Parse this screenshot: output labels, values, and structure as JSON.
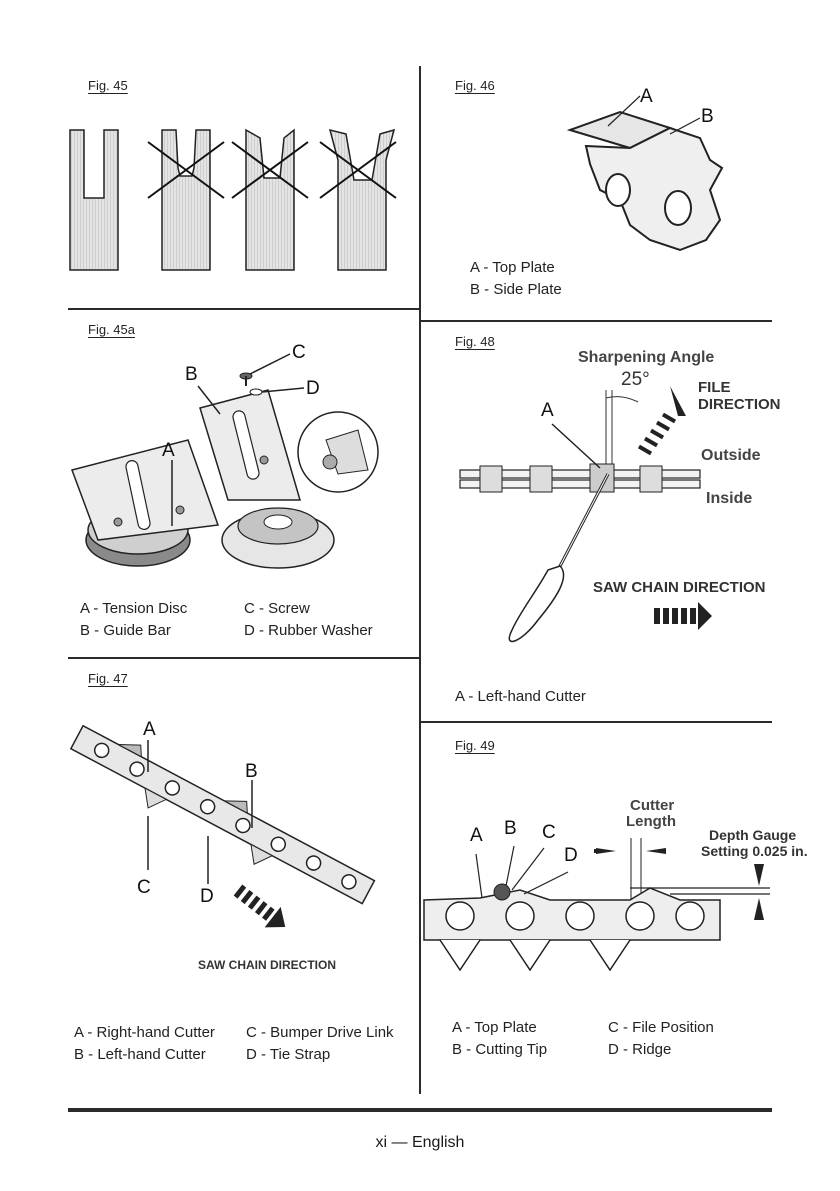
{
  "fig45": {
    "label": "Fig. 45"
  },
  "fig46": {
    "label": "Fig. 46",
    "callouts": [
      "A",
      "B"
    ],
    "legend": [
      "A - Top Plate",
      "B - Side Plate"
    ]
  },
  "fig45a": {
    "label": "Fig. 45a",
    "callouts": [
      "A",
      "B",
      "C",
      "D"
    ],
    "legend": [
      "A - Tension Disc",
      "C - Screw",
      "B - Guide Bar",
      "D - Rubber Washer"
    ]
  },
  "fig48": {
    "label": "Fig. 48",
    "sharpening_angle": "Sharpening Angle",
    "angle": "25°",
    "file_direction_1": "FILE",
    "file_direction_2": "DIRECTION",
    "outside": "Outside",
    "inside": "Inside",
    "saw_chain_direction": "SAW CHAIN DIRECTION",
    "callout_a": "A",
    "legend": [
      "A - Left-hand Cutter"
    ]
  },
  "fig47": {
    "label": "Fig. 47",
    "callouts": [
      "A",
      "B",
      "C",
      "D"
    ],
    "saw_chain_direction": "SAW CHAIN DIRECTION",
    "legend": [
      "A - Right-hand Cutter",
      "C - Bumper Drive Link",
      "B - Left-hand Cutter",
      "D - Tie Strap"
    ]
  },
  "fig49": {
    "label": "Fig. 49",
    "callouts": [
      "A",
      "B",
      "C",
      "D"
    ],
    "cutter_length_1": "Cutter",
    "cutter_length_2": "Length",
    "depth_gauge_1": "Depth Gauge",
    "depth_gauge_2": "Setting 0.025 in.",
    "legend": [
      "A - Top Plate",
      "C - File Position",
      "B - Cutting Tip",
      "D - Ridge"
    ]
  },
  "footer": {
    "text": "xi — English"
  }
}
